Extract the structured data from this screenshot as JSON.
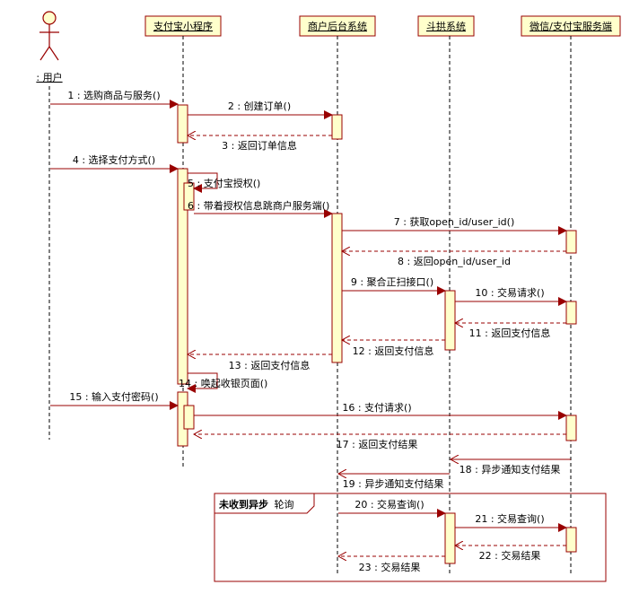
{
  "actor": {
    "label": ": 用户",
    "icon": "stick-figure-actor-icon"
  },
  "participants": [
    {
      "id": "miniapp",
      "label": "支付宝小程序"
    },
    {
      "id": "merchant",
      "label": "商户后台系统"
    },
    {
      "id": "doupin",
      "label": "斗拱系统"
    },
    {
      "id": "pay",
      "label": "微信/支付宝服务端"
    }
  ],
  "messages": [
    {
      "num": "1",
      "text": "1 : 选购商品与服务()"
    },
    {
      "num": "2",
      "text": "2 : 创建订单()"
    },
    {
      "num": "3",
      "text": "3 : 返回订单信息"
    },
    {
      "num": "4",
      "text": "4 : 选择支付方式()"
    },
    {
      "num": "5",
      "text": "5 : 支付宝授权()"
    },
    {
      "num": "6",
      "text": "6 : 带着授权信息跳商户服务端()"
    },
    {
      "num": "7",
      "text": "7 : 获取open_id/user_id()"
    },
    {
      "num": "8",
      "text": "8 : 返回open_id/user_id"
    },
    {
      "num": "9",
      "text": "9 : 聚合正扫接口()"
    },
    {
      "num": "10",
      "text": "10 : 交易请求()"
    },
    {
      "num": "11",
      "text": "11 : 返回支付信息"
    },
    {
      "num": "12",
      "text": "12 : 返回支付信息"
    },
    {
      "num": "13",
      "text": "13 : 返回支付信息"
    },
    {
      "num": "14",
      "text": "14 : 唤起收银页面()"
    },
    {
      "num": "15",
      "text": "15 : 输入支付密码()"
    },
    {
      "num": "16",
      "text": "16 : 支付请求()"
    },
    {
      "num": "17",
      "text": "17 : 返回支付结果"
    },
    {
      "num": "18",
      "text": "18 : 异步通知支付结果"
    },
    {
      "num": "19",
      "text": "19 : 异步通知支付结果"
    },
    {
      "num": "20",
      "text": "20 : 交易查询()"
    },
    {
      "num": "21",
      "text": "21 : 交易查询()"
    },
    {
      "num": "22",
      "text": "22 : 交易结果"
    },
    {
      "num": "23",
      "text": "23 : 交易结果"
    }
  ],
  "fragment": {
    "operator": "未收到异步",
    "guard": "轮询"
  },
  "colors": {
    "header_fill": "#ffffcc",
    "header_border": "#990000",
    "activation_fill": "#ffffcc",
    "arrow": "#990000",
    "lifeline": "#000000"
  }
}
